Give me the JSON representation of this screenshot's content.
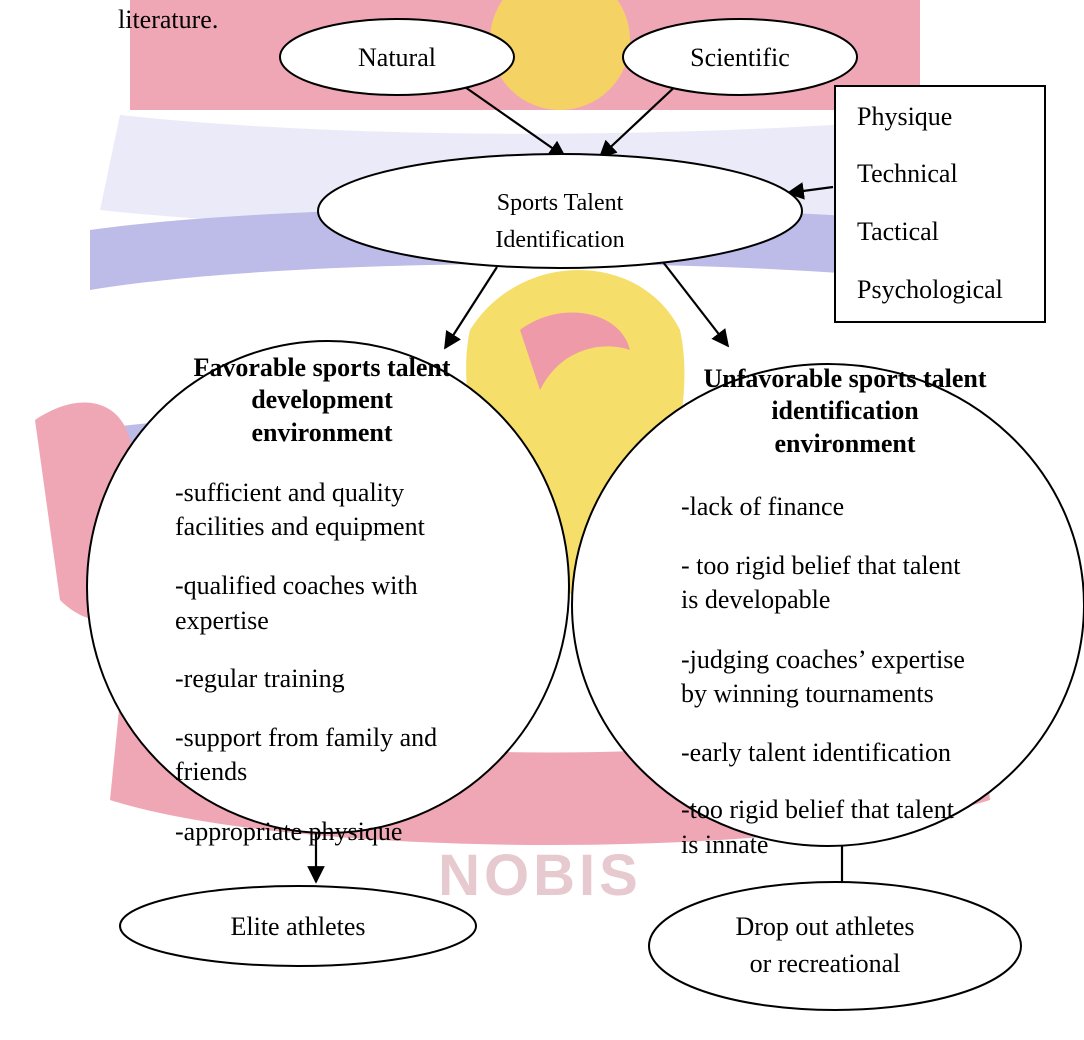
{
  "intro_text": "literature.",
  "watermark": {
    "text": "NOBIS",
    "colors": {
      "red": "#e8728a",
      "blue": "#8a87d3",
      "yellow": "#f4d12a",
      "gold": "#e9b64a"
    }
  },
  "sources": {
    "natural": "Natural",
    "scientific": "Scientific"
  },
  "center": {
    "line1": "Sports Talent",
    "line2": "Identification"
  },
  "criteria": [
    "Physique",
    "Technical",
    "Tactical",
    "Psychological"
  ],
  "favorable": {
    "heading": [
      "Favorable sports talent",
      "development",
      "environment"
    ],
    "items": [
      "-sufficient and quality",
      "facilities and equipment",
      "-qualified coaches with",
      "expertise",
      "-regular training",
      "-support from family and",
      "friends",
      "-appropriate physique"
    ]
  },
  "unfavorable": {
    "heading": [
      "Unfavorable sports talent",
      "identification",
      "environment"
    ],
    "items": [
      "-lack of finance",
      "-  too rigid belief that talent",
      "is developable",
      "-judging coaches’ expertise",
      "by winning tournaments",
      "-early talent identification",
      "-too rigid belief that talent",
      "is innate"
    ]
  },
  "outcomes": {
    "elite": "Elite athletes",
    "dropout_line1": "Drop out athletes",
    "dropout_line2": "or recreational"
  }
}
